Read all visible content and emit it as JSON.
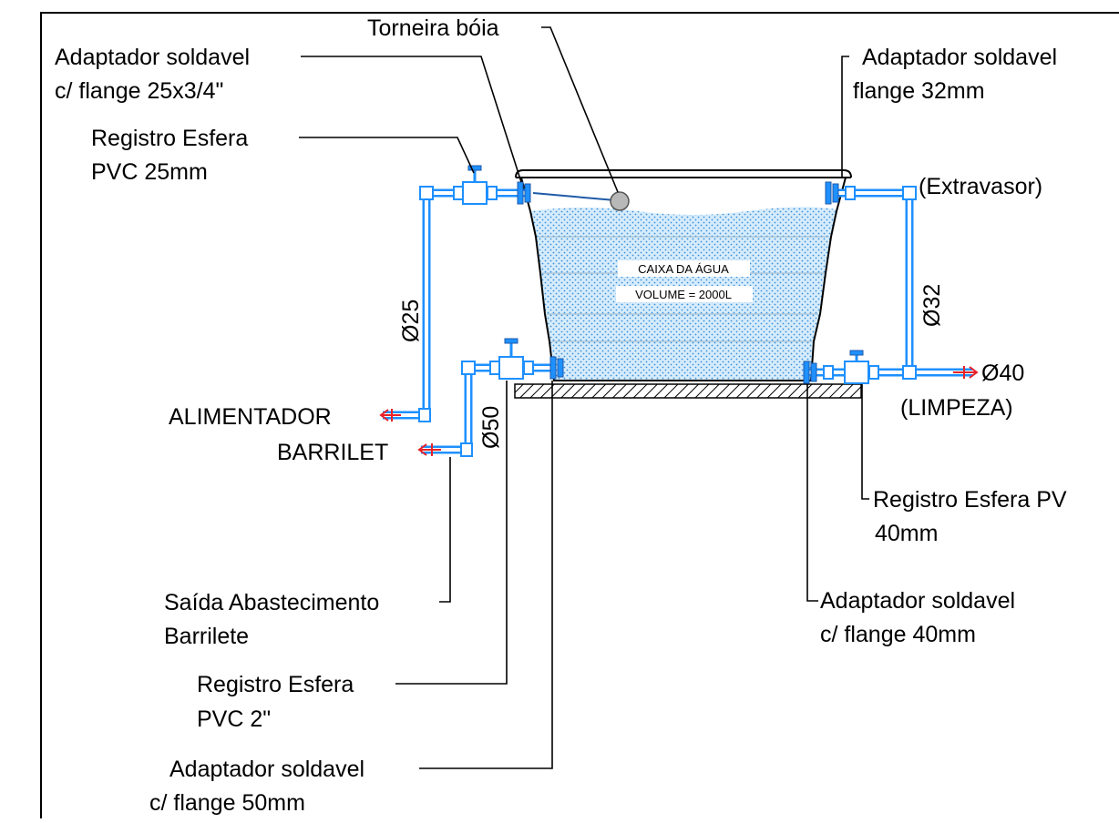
{
  "labels": {
    "torneira": "Torneira bóia",
    "adapt_25_l1": "Adaptador soldavel",
    "adapt_25_l2": "c/ flange 25x3/4\"",
    "reg_25_l1": "Registro Esfera",
    "reg_25_l2": "PVC 25mm",
    "adapt_32_l1": "Adaptador soldavel",
    "adapt_32_l2": "flange 32mm",
    "extravasor": "(Extravasor)",
    "d25": "Ø25",
    "d32": "Ø32",
    "d50": "Ø50",
    "d40": "Ø40",
    "limpeza": "(LIMPEZA)",
    "alimentador": "ALIMENTADOR",
    "barrilet": "BARRILET",
    "reg_40_l1": "Registro Esfera PV",
    "reg_40_l2": "40mm",
    "adapt_40_l1": "Adaptador soldavel",
    "adapt_40_l2": "c/ flange 40mm",
    "saida_l1": "Saída Abastecimento",
    "saida_l2": "Barrilete",
    "reg_2_l1": "Registro Esfera",
    "reg_2_l2": "PVC 2\"",
    "adapt_50_l1": "Adaptador soldavel",
    "adapt_50_l2": "c/ flange 50mm"
  },
  "tank": {
    "title": "CAIXA DA ÁGUA",
    "volume": "VOLUME = 2000L"
  },
  "colors": {
    "pipe": "#1e90ff",
    "water": "#cfe8fb",
    "float": "#b8b8b8",
    "arrow": "#e8222a"
  }
}
